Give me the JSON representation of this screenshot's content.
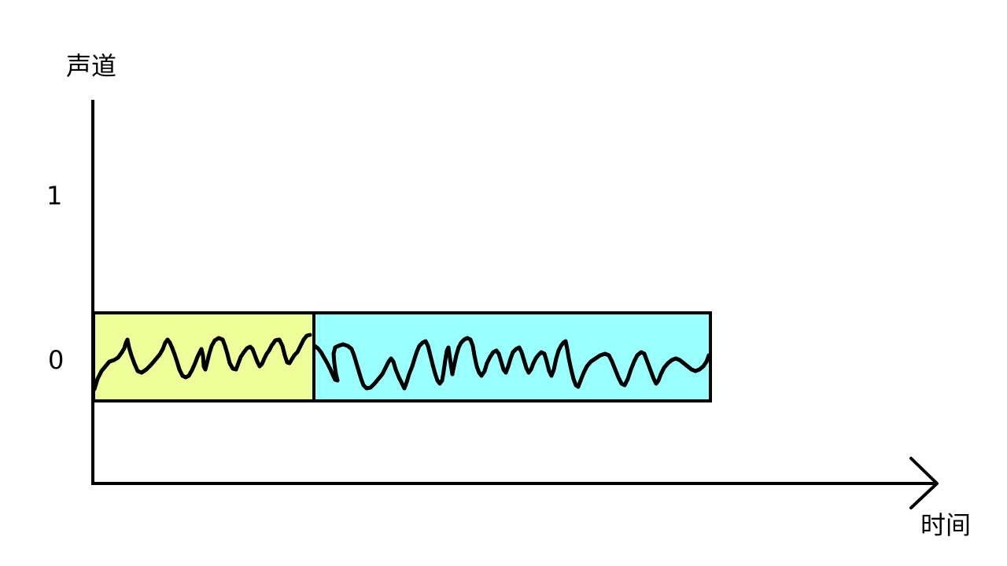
{
  "axes": {
    "y_label": "声道",
    "x_label": "时间",
    "y_ticks": [
      "1",
      "0"
    ]
  },
  "blocks": [
    {
      "name": "segment-1",
      "color": "#eeff99"
    },
    {
      "name": "segment-2",
      "color": "#99ffff"
    }
  ],
  "colors": {
    "stroke": "#000000",
    "background": "#ffffff"
  }
}
